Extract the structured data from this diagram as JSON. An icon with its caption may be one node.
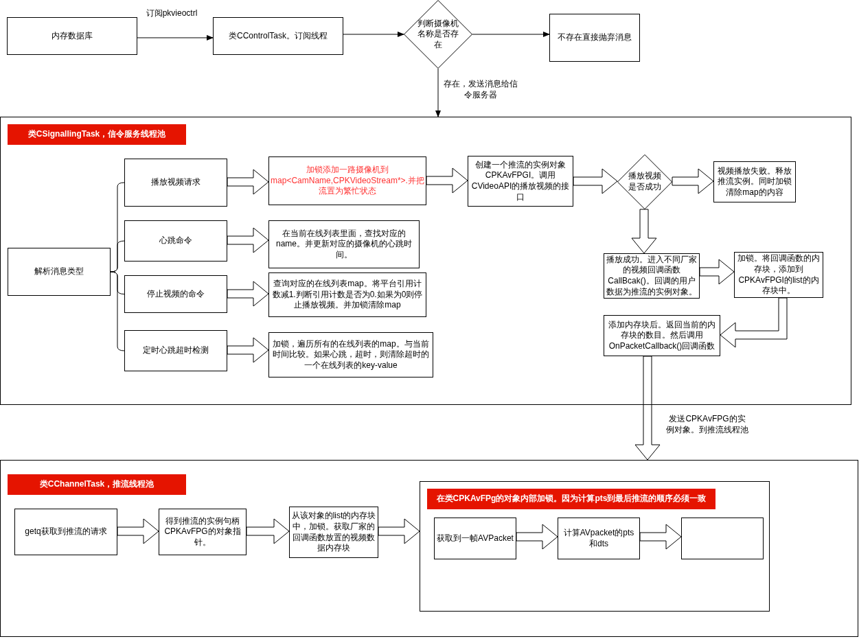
{
  "diagram": {
    "nodes": [
      {
        "text": [
          "内存数据库"
        ]
      },
      {
        "text": [
          "类CControlTask。订阅线程"
        ]
      },
      {
        "text": [
          "判断摄像机名称是否存在"
        ]
      },
      {
        "text": [
          "不存在直接抛弃消息"
        ]
      },
      {
        "text": [],
        "shape": "box"
      },
      {
        "text": [
          "类CSignallingTask，信令服务线程池"
        ],
        "in": 4
      },
      {
        "text": [
          "解析消息类型"
        ],
        "in": 4
      },
      {
        "text": [
          "播放视频请求"
        ],
        "in": 4
      },
      {
        "text": [
          "加锁添加一路摄像机到map<CamName,CPKVideoStream*>.并把流置为繁忙状态"
        ],
        "in": 4
      },
      {
        "text": [
          "心跳命令"
        ],
        "in": 4
      },
      {
        "text": [
          "在当前在线列表里面，查找对应的name。并更新对应的摄像机的心跳时间。"
        ],
        "in": 4
      },
      {
        "text": [
          "停止视频的命令"
        ],
        "in": 4
      },
      {
        "text": [
          "查询对应的在线列表map。将平台引用计数减1.判断引用计数是否为0.如果为0则停止播放视频。并加锁清除map"
        ],
        "in": 4
      },
      {
        "text": [
          "定时心跳超时检测"
        ],
        "in": 4
      },
      {
        "text": [
          "加锁，遍历所有的在线列表的map。与当前时间比较。如果心跳，超时，则清除超时的一个在线列表的key-value"
        ],
        "in": 4
      },
      {
        "text": [
          "创建一个推流的实例对象CPKAvFPGI。调用CVideoAPI的播放视频的接口"
        ],
        "in": 4
      },
      {
        "text": [
          "播放视频是否成功"
        ],
        "in": 4
      },
      {
        "text": [
          "视频播放失败。释放推流实例。同时加锁清除map的内容"
        ],
        "in": 4
      },
      {
        "text": [
          "播放成功。进入不同厂家的视频回调函数CallBcak()。回调的用户数据为推流的实例对象。"
        ],
        "in": 4
      },
      {
        "text": [
          "加锁。将回调函数的内存块，添加到CPKAvFPGI的list的内存块中。"
        ],
        "in": 4
      },
      {
        "text": [
          "添加内存块后。返回当前的内存块的数目。然后调用OnPacketCallback()回调函数"
        ],
        "in": 4
      },
      {
        "text": [],
        "shape": "box"
      },
      {
        "text": [
          "类CChannelTask，推流线程池"
        ],
        "in": 21
      },
      {
        "text": [
          "getq获取到推流的请求"
        ],
        "in": 21
      },
      {
        "text": [
          "得到推流的实例句柄CPKAvFPG的对象指针。"
        ],
        "in": 21
      },
      {
        "text": [
          "从该对象的list的内存块中，加锁。获取厂家的回调函数放置的视频数据内存块"
        ],
        "in": 21
      },
      {
        "text": [],
        "shape": "box",
        "in": 21
      },
      {
        "text": [
          "在类CPKAvFPg的对象内部加锁。因为计算pts到最后推流的顺序必须一致"
        ],
        "in": 26
      },
      {
        "text": [
          "获取到一帧AVPacket"
        ],
        "in": 26
      },
      {
        "text": [
          "计算AVpacket的pts和dts"
        ],
        "in": 26
      },
      {
        "text": [],
        "shape": "box",
        "in": 26
      }
    ],
    "edges": [
      {
        "from": 0,
        "to": 1,
        "arrow": "to",
        "label": "订阅pkvieoctrl"
      },
      {
        "from": 1,
        "to": 2,
        "arrow": "to"
      },
      {
        "from": 2,
        "to": 3,
        "arrow": "to"
      },
      {
        "from": 2,
        "to": 4,
        "arrow": "to",
        "label": "存在，发送消息给信令服务器"
      },
      {
        "from": 6,
        "to": 7,
        "arrow": "none"
      },
      {
        "from": 6,
        "to": 9,
        "arrow": "none"
      },
      {
        "from": 6,
        "to": 11,
        "arrow": "none"
      },
      {
        "from": 6,
        "to": 13,
        "arrow": "none"
      },
      {
        "from": 7,
        "to": 8,
        "arrow": "to",
        "style": "thick"
      },
      {
        "from": 9,
        "to": 10,
        "arrow": "to",
        "style": "thick"
      },
      {
        "from": 11,
        "to": 12,
        "arrow": "to",
        "style": "thick"
      },
      {
        "from": 13,
        "to": 14,
        "arrow": "to",
        "style": "thick"
      },
      {
        "from": 8,
        "to": 15,
        "arrow": "to",
        "style": "thick"
      },
      {
        "from": 15,
        "to": 16,
        "arrow": "to",
        "style": "thick"
      },
      {
        "from": 16,
        "to": 17,
        "arrow": "to",
        "style": "thick"
      },
      {
        "from": 16,
        "to": 18,
        "arrow": "to",
        "style": "thick"
      },
      {
        "from": 18,
        "to": 19,
        "arrow": "to",
        "style": "thick"
      },
      {
        "from": 19,
        "to": 20,
        "arrow": "to",
        "style": "thick"
      },
      {
        "from": 20,
        "to": 21,
        "arrow": "to",
        "style": "thick",
        "label": "发送CPKAvFPG的实例对象。到推流线程池"
      },
      {
        "from": 23,
        "to": 24,
        "arrow": "to",
        "style": "thick"
      },
      {
        "from": 24,
        "to": 25,
        "arrow": "to",
        "style": "thick"
      },
      {
        "from": 25,
        "to": 26,
        "arrow": "to",
        "style": "thick"
      },
      {
        "from": 28,
        "to": 29,
        "arrow": "to",
        "style": "thick"
      },
      {
        "from": 29,
        "to": 30,
        "arrow": "to",
        "style": "thick"
      }
    ]
  }
}
